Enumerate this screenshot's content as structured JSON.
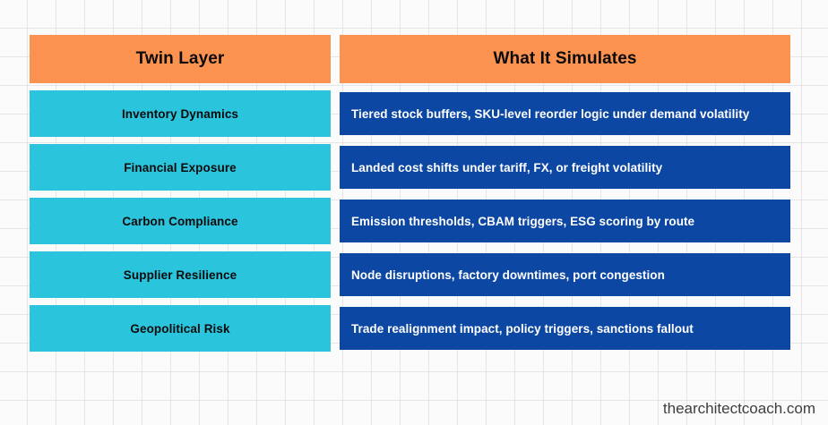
{
  "colors": {
    "header_bg": "#fc924f",
    "layer_bg": "#2bc4dd",
    "simulates_bg": "#0c47a4",
    "page_bg": "#fbfbfb",
    "header_text": "#0a0a0a",
    "simulates_text": "#ffffff"
  },
  "table": {
    "headers": {
      "layer": "Twin Layer",
      "simulates": "What It Simulates"
    },
    "rows": [
      {
        "layer": "Inventory Dynamics",
        "simulates": "Tiered stock buffers, SKU-level reorder logic under demand volatility"
      },
      {
        "layer": "Financial Exposure",
        "simulates": "Landed cost shifts under tariff, FX, or freight volatility"
      },
      {
        "layer": "Carbon Compliance",
        "simulates": "Emission thresholds, CBAM triggers, ESG scoring by route"
      },
      {
        "layer": "Supplier Resilience",
        "simulates": "Node disruptions, factory downtimes, port congestion"
      },
      {
        "layer": "Geopolitical Risk",
        "simulates": "Trade realignment impact, policy triggers, sanctions fallout"
      }
    ]
  },
  "footer": {
    "watermark": "thearchitectcoach.com"
  }
}
